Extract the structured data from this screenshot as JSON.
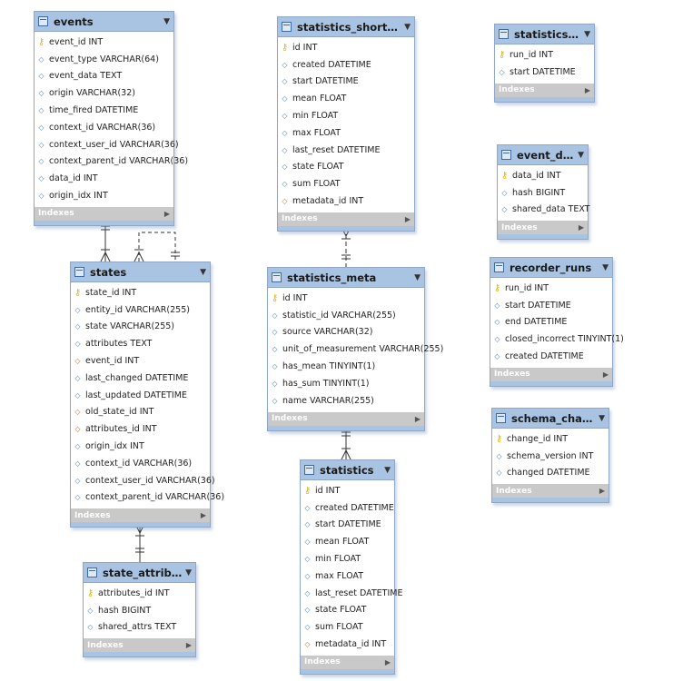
{
  "colors": {
    "header": "#a9c4e2",
    "border": "#8fa6c6",
    "indexes_bar": "#c9c9c9",
    "key_icon": "#e0b822",
    "line": "#333333"
  },
  "icons": {
    "table": "table-icon",
    "primary_key": "key-icon",
    "column": "diamond-icon",
    "foreign_key": "fk-diamond-icon"
  },
  "indexes_label": "Indexes",
  "tables": [
    {
      "id": "events",
      "name": "events",
      "columns": [
        {
          "name": "event_id",
          "type": "INT",
          "kind": "pk"
        },
        {
          "name": "event_type",
          "type": "VARCHAR(64)",
          "kind": "col"
        },
        {
          "name": "event_data",
          "type": "TEXT",
          "kind": "col"
        },
        {
          "name": "origin",
          "type": "VARCHAR(32)",
          "kind": "col"
        },
        {
          "name": "time_fired",
          "type": "DATETIME",
          "kind": "col"
        },
        {
          "name": "context_id",
          "type": "VARCHAR(36)",
          "kind": "col"
        },
        {
          "name": "context_user_id",
          "type": "VARCHAR(36)",
          "kind": "col"
        },
        {
          "name": "context_parent_id",
          "type": "VARCHAR(36)",
          "kind": "col"
        },
        {
          "name": "data_id",
          "type": "INT",
          "kind": "col"
        },
        {
          "name": "origin_idx",
          "type": "INT",
          "kind": "col"
        }
      ]
    },
    {
      "id": "statistics_short_term",
      "name": "statistics_short_term",
      "columns": [
        {
          "name": "id",
          "type": "INT",
          "kind": "pk"
        },
        {
          "name": "created",
          "type": "DATETIME",
          "kind": "col"
        },
        {
          "name": "start",
          "type": "DATETIME",
          "kind": "col"
        },
        {
          "name": "mean",
          "type": "FLOAT",
          "kind": "col"
        },
        {
          "name": "min",
          "type": "FLOAT",
          "kind": "col"
        },
        {
          "name": "max",
          "type": "FLOAT",
          "kind": "col"
        },
        {
          "name": "last_reset",
          "type": "DATETIME",
          "kind": "col"
        },
        {
          "name": "state",
          "type": "FLOAT",
          "kind": "col"
        },
        {
          "name": "sum",
          "type": "FLOAT",
          "kind": "col"
        },
        {
          "name": "metadata_id",
          "type": "INT",
          "kind": "fk"
        }
      ]
    },
    {
      "id": "statistics_runs",
      "name": "statistics_r...",
      "columns": [
        {
          "name": "run_id",
          "type": "INT",
          "kind": "pk"
        },
        {
          "name": "start",
          "type": "DATETIME",
          "kind": "col"
        }
      ]
    },
    {
      "id": "event_data",
      "name": "event_data",
      "columns": [
        {
          "name": "data_id",
          "type": "INT",
          "kind": "pk"
        },
        {
          "name": "hash",
          "type": "BIGINT",
          "kind": "col"
        },
        {
          "name": "shared_data",
          "type": "TEXT",
          "kind": "col"
        }
      ]
    },
    {
      "id": "recorder_runs",
      "name": "recorder_runs",
      "columns": [
        {
          "name": "run_id",
          "type": "INT",
          "kind": "pk"
        },
        {
          "name": "start",
          "type": "DATETIME",
          "kind": "col"
        },
        {
          "name": "end",
          "type": "DATETIME",
          "kind": "col"
        },
        {
          "name": "closed_incorrect",
          "type": "TINYINT(1)",
          "kind": "col"
        },
        {
          "name": "created",
          "type": "DATETIME",
          "kind": "col"
        }
      ]
    },
    {
      "id": "schema_changes",
      "name": "schema_changes",
      "columns": [
        {
          "name": "change_id",
          "type": "INT",
          "kind": "pk"
        },
        {
          "name": "schema_version",
          "type": "INT",
          "kind": "col"
        },
        {
          "name": "changed",
          "type": "DATETIME",
          "kind": "col"
        }
      ]
    },
    {
      "id": "states",
      "name": "states",
      "columns": [
        {
          "name": "state_id",
          "type": "INT",
          "kind": "pk"
        },
        {
          "name": "entity_id",
          "type": "VARCHAR(255)",
          "kind": "col"
        },
        {
          "name": "state",
          "type": "VARCHAR(255)",
          "kind": "col"
        },
        {
          "name": "attributes",
          "type": "TEXT",
          "kind": "col"
        },
        {
          "name": "event_id",
          "type": "INT",
          "kind": "fk"
        },
        {
          "name": "last_changed",
          "type": "DATETIME",
          "kind": "col"
        },
        {
          "name": "last_updated",
          "type": "DATETIME",
          "kind": "col"
        },
        {
          "name": "old_state_id",
          "type": "INT",
          "kind": "fk"
        },
        {
          "name": "attributes_id",
          "type": "INT",
          "kind": "fk"
        },
        {
          "name": "origin_idx",
          "type": "INT",
          "kind": "col"
        },
        {
          "name": "context_id",
          "type": "VARCHAR(36)",
          "kind": "col"
        },
        {
          "name": "context_user_id",
          "type": "VARCHAR(36)",
          "kind": "col"
        },
        {
          "name": "context_parent_id",
          "type": "VARCHAR(36)",
          "kind": "col"
        }
      ]
    },
    {
      "id": "statistics_meta",
      "name": "statistics_meta",
      "columns": [
        {
          "name": "id",
          "type": "INT",
          "kind": "pk"
        },
        {
          "name": "statistic_id",
          "type": "VARCHAR(255)",
          "kind": "col"
        },
        {
          "name": "source",
          "type": "VARCHAR(32)",
          "kind": "col"
        },
        {
          "name": "unit_of_measurement",
          "type": "VARCHAR(255)",
          "kind": "col"
        },
        {
          "name": "has_mean",
          "type": "TINYINT(1)",
          "kind": "col"
        },
        {
          "name": "has_sum",
          "type": "TINYINT(1)",
          "kind": "col"
        },
        {
          "name": "name",
          "type": "VARCHAR(255)",
          "kind": "col"
        }
      ]
    },
    {
      "id": "state_attributes",
      "name": "state_attributes",
      "columns": [
        {
          "name": "attributes_id",
          "type": "INT",
          "kind": "pk"
        },
        {
          "name": "hash",
          "type": "BIGINT",
          "kind": "col"
        },
        {
          "name": "shared_attrs",
          "type": "TEXT",
          "kind": "col"
        }
      ]
    },
    {
      "id": "statistics",
      "name": "statistics",
      "columns": [
        {
          "name": "id",
          "type": "INT",
          "kind": "pk"
        },
        {
          "name": "created",
          "type": "DATETIME",
          "kind": "col"
        },
        {
          "name": "start",
          "type": "DATETIME",
          "kind": "col"
        },
        {
          "name": "mean",
          "type": "FLOAT",
          "kind": "col"
        },
        {
          "name": "min",
          "type": "FLOAT",
          "kind": "col"
        },
        {
          "name": "max",
          "type": "FLOAT",
          "kind": "col"
        },
        {
          "name": "last_reset",
          "type": "DATETIME",
          "kind": "col"
        },
        {
          "name": "state",
          "type": "FLOAT",
          "kind": "col"
        },
        {
          "name": "sum",
          "type": "FLOAT",
          "kind": "col"
        },
        {
          "name": "metadata_id",
          "type": "INT",
          "kind": "fk"
        }
      ]
    }
  ]
}
